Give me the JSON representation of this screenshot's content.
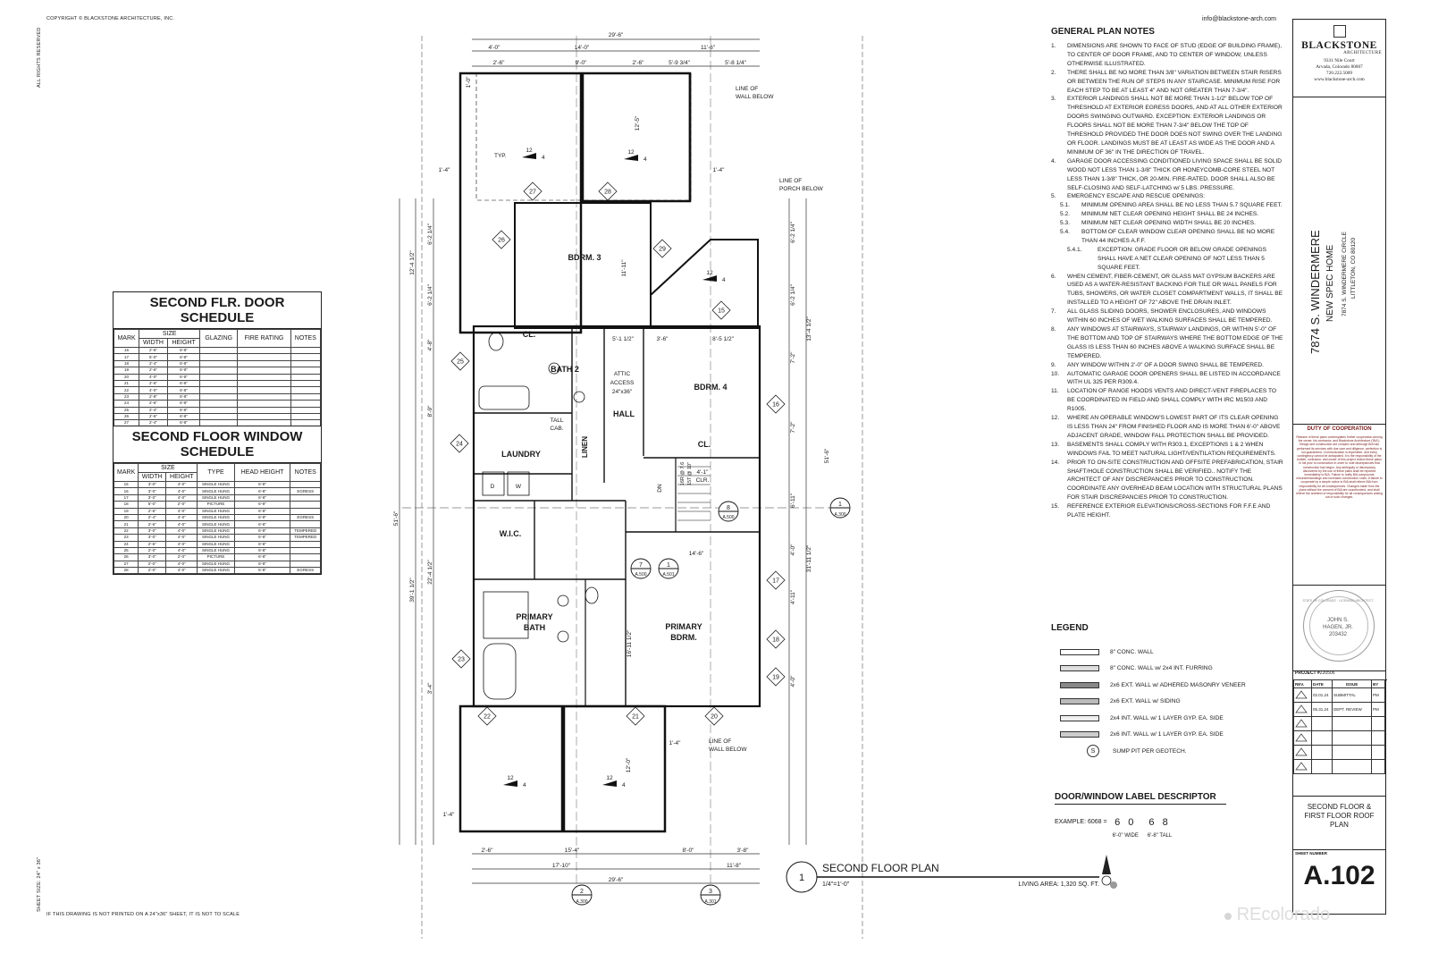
{
  "header": {
    "copyright": "COPYRIGHT © BLACKSTONE ARCHITECTURE, INC.",
    "email": "info@blackstone-arch.com",
    "rights": "ALL RIGHTS RESERVED",
    "sheet_size": "SHEET SIZE: 24\" x 36\"",
    "scale_note": "IF THIS DRAWING IS NOT PRINTED ON A 24\"x36\" SHEET, IT IS NOT TO SCALE"
  },
  "door_schedule": {
    "title_line1": "SECOND FLR. DOOR",
    "title_line2": "SCHEDULE",
    "h_mark": "MARK",
    "h_size": "SIZE",
    "h_width": "WIDTH",
    "h_height": "HEIGHT",
    "h_glazing": "GLAZING",
    "h_fire": "FIRE RATING",
    "h_notes": "NOTES",
    "rows": [
      {
        "mark": "16",
        "width": "2'-6\"",
        "height": "6'-8\""
      },
      {
        "mark": "17",
        "width": "5'-0\"",
        "height": "6'-8\""
      },
      {
        "mark": "18",
        "width": "2'-4\"",
        "height": "6'-8\""
      },
      {
        "mark": "19",
        "width": "2'-6\"",
        "height": "6'-8\""
      },
      {
        "mark": "20",
        "width": "4'-0\"",
        "height": "6'-8\""
      },
      {
        "mark": "21",
        "width": "2'-6\"",
        "height": "6'-8\""
      },
      {
        "mark": "22",
        "width": "4'-0\"",
        "height": "6'-8\""
      },
      {
        "mark": "23",
        "width": "2'-8\"",
        "height": "6'-8\""
      },
      {
        "mark": "24",
        "width": "2'-6\"",
        "height": "6'-8\""
      },
      {
        "mark": "25",
        "width": "2'-4\"",
        "height": "6'-8\""
      },
      {
        "mark": "26",
        "width": "2'-6\"",
        "height": "6'-8\""
      },
      {
        "mark": "27",
        "width": "2'-4\"",
        "height": "6'-8\""
      }
    ]
  },
  "window_schedule": {
    "title_line1": "SECOND FLOOR WINDOW",
    "title_line2": "SCHEDULE",
    "h_mark": "MARK",
    "h_size": "SIZE",
    "h_width": "WIDTH",
    "h_height": "HEIGHT",
    "h_type": "TYPE",
    "h_head": "HEAD HEIGHT",
    "h_notes": "NOTES",
    "rows": [
      {
        "mark": "15",
        "width": "3'-0\"",
        "height": "4'-0\"",
        "type": "SINGLE HUNG",
        "head": "6'-8\"",
        "notes": ""
      },
      {
        "mark": "16",
        "width": "3'-0\"",
        "height": "4'-0\"",
        "type": "SINGLE HUNG",
        "head": "6'-8\"",
        "notes": "EGRESS"
      },
      {
        "mark": "17",
        "width": "3'-0\"",
        "height": "4'-0\"",
        "type": "SINGLE HUNG",
        "head": "6'-8\"",
        "notes": ""
      },
      {
        "mark": "18",
        "width": "5'-0\"",
        "height": "2'-0\"",
        "type": "PICTURE",
        "head": "6'-8\"",
        "notes": ""
      },
      {
        "mark": "19",
        "width": "2'-6\"",
        "height": "4'-0\"",
        "type": "SINGLE HUNG",
        "head": "6'-8\"",
        "notes": ""
      },
      {
        "mark": "20",
        "width": "2'-4\"",
        "height": "4'-0\"",
        "type": "SINGLE HUNG",
        "head": "6'-8\"",
        "notes": "EGRESS"
      },
      {
        "mark": "21",
        "width": "2'-6\"",
        "height": "4'-0\"",
        "type": "SINGLE HUNG",
        "head": "6'-8\"",
        "notes": ""
      },
      {
        "mark": "22",
        "width": "3'-0\"",
        "height": "4'-0\"",
        "type": "SINGLE HUNG",
        "head": "6'-8\"",
        "notes": "TEMPERED"
      },
      {
        "mark": "23",
        "width": "3'-0\"",
        "height": "4'-0\"",
        "type": "SINGLE HUNG",
        "head": "6'-8\"",
        "notes": "TEMPERED"
      },
      {
        "mark": "24",
        "width": "2'-6\"",
        "height": "4'-0\"",
        "type": "SINGLE HUNG",
        "head": "6'-8\"",
        "notes": ""
      },
      {
        "mark": "25",
        "width": "2'-0\"",
        "height": "4'-0\"",
        "type": "SINGLE HUNG",
        "head": "6'-8\"",
        "notes": ""
      },
      {
        "mark": "26",
        "width": "3'-0\"",
        "height": "2'-0\"",
        "type": "PICTURE",
        "head": "6'-8\"",
        "notes": ""
      },
      {
        "mark": "27",
        "width": "2'-0\"",
        "height": "4'-0\"",
        "type": "SINGLE HUNG",
        "head": "6'-8\"",
        "notes": ""
      },
      {
        "mark": "28",
        "width": "2'-0\"",
        "height": "4'-0\"",
        "type": "SINGLE HUNG",
        "head": "6'-8\"",
        "notes": "EGRESS"
      }
    ]
  },
  "plan": {
    "rooms": {
      "bdrm3": "BDRM. 3",
      "bath2": "BATH 2",
      "attic": "ATTIC",
      "attic2": "ACCESS",
      "attic3": "24\"x36\"",
      "bdrm4": "BDRM. 4",
      "hall": "HALL",
      "cl1": "CL.",
      "cl2": "CL.",
      "tall": "TALL",
      "tall2": "CAB.",
      "laundry": "LAUNDRY",
      "linen": "LINEN",
      "wic": "W.I.C.",
      "clr": "4'-1\"",
      "clr2": "CLR.",
      "pbath": "PRIMARY",
      "pbath2": "BATH",
      "pbdrm": "PRIMARY",
      "pbdrm2": "BDRM.",
      "d": "D",
      "w": "W"
    },
    "notes_plan": {
      "wall_below_1": "LINE OF",
      "wall_below_1b": "WALL BELOW",
      "porch_below": "LINE OF",
      "porch_below_b": "PORCH BELOW",
      "wall_below_2": "LINE OF",
      "wall_below_2b": "WALL BELOW",
      "typ": "TYP.",
      "dn": "DN",
      "stair": "16R @ 7.6",
      "stair2": "15T @ 10\""
    },
    "dims": {
      "top_overall": "29'-6\"",
      "top_a": "4'-0\"",
      "top_b": "14'-0\"",
      "top_c": "11'-6\"",
      "top2_a": "2'-6\"",
      "top2_b": "9'-0\"",
      "top2_c": "2'-6\"",
      "top2_d": "5'-9 3/4\"",
      "top2_e": "5'-8 1/4\"",
      "bot_a": "2'-6\"",
      "bot_b": "15'-4\"",
      "bot_c": "8'-0\"",
      "bot_d": "3'-8\"",
      "bot2_a": "17'-10\"",
      "bot2_b": "11'-8\"",
      "bot_overall": "29'-6\"",
      "left_overall": "51'-6\"",
      "left_a": "12'-4 1/2\"",
      "left_b": "39'-1 1/2\"",
      "left_c": "6'-2 1/4\"",
      "left_d": "6'-2 1/4\"",
      "left_e": "4'-8\"",
      "left_f": "8'-9\"",
      "left_g": "22'-4 1/2\"",
      "left_h": "3'-4\"",
      "right_overall": "51'-6\"",
      "right_a": "13'-4 1/2\"",
      "right_b": "31'-11 1/2\"",
      "right_c": "6'-2 1/4\"",
      "right_d": "6'-2 1/4\"",
      "right_e": "7'-2\"",
      "right_f": "7'-2\"",
      "right_g": "6'-11\"",
      "right_h": "4'-0\"",
      "right_i": "4'-11\"",
      "right_j": "4'-0\"",
      "d1": "1'-0\"",
      "d2": "1'-4\"",
      "d3": "1'-4\"",
      "d4": "12'-5\"",
      "d5": "11'-11\"",
      "d6": "3'-6\"",
      "d7": "8'-5 1/2\"",
      "d8": "5'-1 1/2\"",
      "d9": "14'-6\"",
      "d10": "16'-11 1/2\"",
      "d11": "1'-4\"",
      "d12": "12'-0\"",
      "d13": "1'-4\""
    },
    "tags": [
      "26",
      "27",
      "28",
      "29",
      "15",
      "25",
      "24",
      "23",
      "22",
      "21",
      "20",
      "19",
      "18",
      "17",
      "16"
    ],
    "pitch_rise": "12",
    "pitch_run": "4",
    "section_mark": "1",
    "section_sheet": "A.300",
    "section2_mark": "2",
    "section2_sheet": "A.300",
    "section3_mark": "3",
    "section3_sheet": "A.301",
    "elev_7": "7",
    "elev_7s": "A.500",
    "elev_1": "1",
    "elev_1s": "A.501",
    "elev_8": "8",
    "elev_8s": "A.500"
  },
  "plan_title": {
    "number": "1",
    "name": "SECOND FLOOR PLAN",
    "scale": "1/4\"=1'-0\"",
    "area": "LIVING AREA: 1,320 SQ. FT."
  },
  "general_notes": {
    "title": "GENERAL PLAN NOTES",
    "items": [
      {
        "n": "1.",
        "t": "DIMENSIONS ARE SHOWN TO FACE OF STUD (EDGE OF BUILDING FRAME), TO CENTER OF DOOR FRAME, AND TO CENTER OF WINDOW, UNLESS OTHERWISE ILLUSTRATED."
      },
      {
        "n": "2.",
        "t": "THERE SHALL BE NO MORE THAN 3/8\" VARIATION BETWEEN STAIR RISERS OR BETWEEN THE RUN OF STEPS IN ANY STAIRCASE. MINIMUM RISE FOR EACH STEP TO BE AT LEAST 4\" AND NOT GREATER THAN 7-3/4\"."
      },
      {
        "n": "3.",
        "t": "EXTERIOR LANDINGS SHALL NOT BE MORE THAN 1-1/2\" BELOW TOP OF THRESHOLD AT EXTERIOR EGRESS DOORS, AND AT ALL OTHER EXTERIOR DOORS SWINGING OUTWARD. EXCEPTION: EXTERIOR LANDINGS OR FLOORS SHALL NOT BE MORE THAN 7-3/4\" BELOW THE TOP OF THRESHOLD PROVIDED THE DOOR DOES NOT SWING OVER THE LANDING OR FLOOR. LANDINGS MUST BE AT LEAST AS WIDE AS THE DOOR AND A MINIMUM OF 36\" IN THE DIRECTION OF TRAVEL."
      },
      {
        "n": "4.",
        "t": "GARAGE DOOR ACCESSING CONDITIONED LIVING SPACE SHALL BE SOLID WOOD NOT LESS THAN 1-3/8\" THICK OR HONEYCOMB-CORE STEEL NOT LESS THAN 1-3/8\" THICK, OR 20-MIN. FIRE-RATED. DOOR SHALL ALSO BE SELF-CLOSING AND SELF-LATCHING w/ 5 LBS. PRESSURE."
      },
      {
        "n": "5.",
        "t": "EMERGENCY ESCAPE AND RESCUE OPENINGS:"
      },
      {
        "n": "5.1.",
        "t": "MINIMUM OPENING AREA SHALL BE NO LESS THAN 5.7 SQUARE FEET.",
        "sub": 1
      },
      {
        "n": "5.2.",
        "t": "MINIMUM NET CLEAR OPENING HEIGHT SHALL BE 24 INCHES.",
        "sub": 1
      },
      {
        "n": "5.3.",
        "t": "MINIMUM NET CLEAR OPENING WIDTH SHALL BE 20 INCHES.",
        "sub": 1
      },
      {
        "n": "5.4.",
        "t": "BOTTOM OF CLEAR WINDOW CLEAR OPENING SHALL BE NO MORE THAN 44 INCHES A.F.F.",
        "sub": 1
      },
      {
        "n": "5.4.1.",
        "t": "EXCEPTION: GRADE FLOOR OR BELOW GRADE OPENINGS SHALL HAVE A NET CLEAR OPENING OF NOT LESS THAN 5 SQUARE FEET.",
        "sub": 2
      },
      {
        "n": "6.",
        "t": "WHEN CEMENT, FIBER-CEMENT, OR GLASS MAT GYPSUM BACKERS ARE USED AS A WATER-RESISTANT BACKING FOR TILE OR WALL PANELS FOR TUBS, SHOWERS, OR WATER CLOSET COMPARTMENT WALLS, IT SHALL BE INSTALLED TO A HEIGHT OF 72\" ABOVE THE DRAIN INLET."
      },
      {
        "n": "7.",
        "t": "ALL GLASS SLIDING DOORS, SHOWER ENCLOSURES, AND WINDOWS WITHIN 60 INCHES OF WET WALKING SURFACES SHALL BE TEMPERED."
      },
      {
        "n": "8.",
        "t": "ANY WINDOWS AT STAIRWAYS, STAIRWAY LANDINGS, OR WITHIN 5'-0\" OF THE BOTTOM AND TOP OF STAIRWAYS WHERE THE BOTTOM EDGE OF THE GLASS IS LESS THAN 60 INCHES ABOVE A WALKING SURFACE SHALL BE TEMPERED."
      },
      {
        "n": "9.",
        "t": "ANY WINDOW WITHIN 2'-0\" OF A DOOR SWING SHALL BE TEMPERED."
      },
      {
        "n": "10.",
        "t": "AUTOMATIC GARAGE DOOR OPENERS SHALL BE LISTED IN ACCORDANCE WITH UL 325 PER R309.4."
      },
      {
        "n": "11.",
        "t": "LOCATION OF RANGE HOODS VENTS AND DIRECT-VENT FIREPLACES TO BE COORDINATED IN FIELD AND SHALL COMPLY WITH IRC M1503 AND R1005."
      },
      {
        "n": "12.",
        "t": "WHERE AN OPERABLE WINDOW'S LOWEST PART OF ITS CLEAR OPENING IS LESS THAN 24\" FROM FINISHED FLOOR AND IS MORE THAN 6'-0\" ABOVE ADJACENT GRADE, WINDOW FALL PROTECTION SHALL BE PROVIDED."
      },
      {
        "n": "13.",
        "t": "BASEMENTS SHALL COMPLY WITH R303.1, EXCEPTIONS 1 & 2 WHEN WINDOWS FAIL TO MEET NATURAL LIGHT/VENTILATION REQUIREMENTS."
      },
      {
        "n": "14.",
        "t": "PRIOR TO ON-SITE CONSTRUCTION AND OFFSITE PREFABRICATION, STAIR SHAFT/HOLE CONSTRUCTION SHALL BE VERIFIED.. NOTIFY THE ARCHITECT OF ANY DISCREPANCIES PRIOR TO CONSTRUCTION. COORDINATE ANY OVERHEAD BEAM LOCATION WITH STRUCTURAL PLANS FOR STAIR DISCREPANCIES PRIOR TO CONSTRUCTION."
      },
      {
        "n": "15.",
        "t": "REFERENCE EXTERIOR ELEVATIONS/CROSS-SECTIONS FOR F.F.E AND PLATE HEIGHT."
      }
    ]
  },
  "legend": {
    "title": "LEGEND",
    "items": [
      {
        "label": "8\" CONC. WALL",
        "fill": "#ffffff"
      },
      {
        "label": "8\" CONC. WALL w/ 2x4 INT. FURRING",
        "fill": "#dddddd"
      },
      {
        "label": "2x6 EXT. WALL w/ ADHERED MASONRY VENEER",
        "fill": "#888888"
      },
      {
        "label": "2x6 EXT. WALL w/ SIDING",
        "fill": "#bbbbbb"
      },
      {
        "label": "2x4 INT. WALL w/ 1 LAYER GYP. EA. SIDE",
        "fill": "#eeeeee"
      },
      {
        "label": "2x6 INT. WALL w/ 1 LAYER GYP. EA. SIDE",
        "fill": "#cccccc"
      }
    ],
    "sump_symbol": "S",
    "sump_label": "SUMP PIT PER GEOTECH."
  },
  "label_descriptor": {
    "title": "DOOR/WINDOW LABEL DESCRIPTOR",
    "example": "EXAMPLE: 6068 =",
    "a": "6 0",
    "b": "6 8",
    "a_note": "6'-0\" WIDE",
    "b_note": "6'-8\" TALL"
  },
  "title_block": {
    "brand": "BLACKSTONE",
    "brand_sub": "ARCHITECTURE",
    "address1": "9331 Nile Court",
    "address2": "Arvada, Colorado 80007",
    "phone": "720.222.5009",
    "web": "www.blackstone-arch.com",
    "project_name": "7874 S. WINDERMERE",
    "project_sub": "NEW SPEC HOME",
    "project_addr": "7874 S. WINDERMERE CIRCLE",
    "project_city": "LITTLETON, CO 80120",
    "duty_title": "DUTY OF COOPERATION",
    "duty_text": "Release of these plans contemplates further cooperation among the owner, his contractor, and Blackstone Architecture ('BIA'). Design and construction are complex and although BIA has performed its services with due care and diligence, perfection is not guaranteed. Communication is imperative, and every contingency cannot be anticipated. It is the responsibility of the builder, contractor, and owner of this project review these plans in full prior to construction in order to note discrepancies that construction has begun. Any ambiguity or discrepancy discovered by the use of these plans shall be reported immediately to BIA. Failure to notify BIA compounds misunderstandings and increases construction costs. A failure to cooperate by a simple notice to BIA shall relieve BIA from responsibility for all consequences. Changes made from the plans without the consent of BIA are unauthorized, and shall relieve the architect of responsibility for all consequences arising out of such changes.",
    "seal_name": "JOHN S.",
    "seal_name2": "HAGEN, JR.",
    "seal_num": "203432",
    "seal_ring": "STATE OF COLORADO · LICENSED ARCHITECT",
    "project_no_label": "PROJECT #",
    "project_no": "220506",
    "rev_h_rev": "REV.",
    "rev_h_date": "DATE",
    "rev_h_issue": "ISSUE",
    "rev_h_by": "BY",
    "revisions": [
      {
        "date": "02.01.24",
        "issue": "SUBMITTAL",
        "by": "PM"
      },
      {
        "date": "05.31.24",
        "issue": "DEPT. REVIEW",
        "by": "PM"
      }
    ],
    "sheet_title": "SECOND FLOOR & FIRST FLOOR ROOF PLAN",
    "sheet_number_label": "SHEET NUMBER",
    "sheet_number": "A.102"
  },
  "watermark": "REcolorado"
}
